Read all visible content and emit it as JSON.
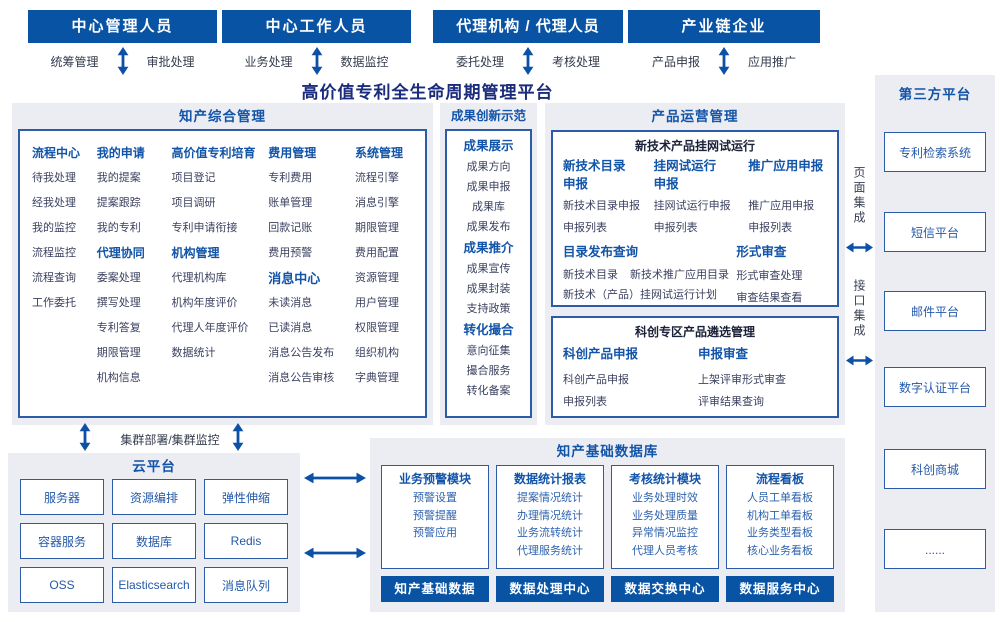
{
  "title": "高价值专利全生命周期管理平台",
  "top_roles": [
    {
      "name": "中心管理人员",
      "left": "统筹管理",
      "right": "审批处理"
    },
    {
      "name": "中心工作人员",
      "left": "业务处理",
      "right": "数据监控"
    },
    {
      "name": "代理机构 / 代理人员",
      "left": "委托处理",
      "right": "考核处理"
    },
    {
      "name": "产业链企业",
      "left": "产品申报",
      "right": "应用推广"
    }
  ],
  "ipm": {
    "title": "知产综合管理",
    "columns": [
      {
        "sections": [
          {
            "h": "流程中心",
            "items": [
              "待我处理",
              "经我处理",
              "我的监控",
              "流程监控",
              "流程查询",
              "工作委托"
            ]
          }
        ]
      },
      {
        "sections": [
          {
            "h": "我的申请",
            "items": [
              "我的提案",
              "提案跟踪",
              "我的专利"
            ]
          },
          {
            "h": "代理协同",
            "items": [
              "委案处理",
              "撰写处理",
              "专利答复",
              "期限管理",
              "机构信息"
            ]
          }
        ]
      },
      {
        "sections": [
          {
            "h": "高价值专利培育",
            "items": [
              "项目登记",
              "项目调研",
              "专利申请衔接"
            ]
          },
          {
            "h": "机构管理",
            "items": [
              "代理机构库",
              "机构年度评价",
              "代理人年度评价",
              "数据统计"
            ]
          }
        ]
      },
      {
        "sections": [
          {
            "h": "费用管理",
            "items": [
              "专利费用",
              "账单管理",
              "回款记账",
              "费用预警"
            ]
          },
          {
            "h": "消息中心",
            "items": [
              "未读消息",
              "已读消息",
              "消息公告发布",
              "消息公告审核"
            ]
          }
        ]
      },
      {
        "sections": [
          {
            "h": "系统管理",
            "items": [
              "流程引擎",
              "消息引擎",
              "期限管理",
              "费用配置",
              "资源管理",
              "用户管理",
              "权限管理",
              "组织机构",
              "字典管理"
            ]
          }
        ]
      }
    ]
  },
  "achv": {
    "title": "成果创新示范",
    "sections": [
      {
        "h": "成果展示",
        "items": [
          "成果方向",
          "成果申报",
          "成果库",
          "成果发布"
        ]
      },
      {
        "h": "成果推介",
        "items": [
          "成果宣传",
          "成果封装",
          "支持政策"
        ]
      },
      {
        "h": "转化撮合",
        "items": [
          "意向征集",
          "撮合服务",
          "转化备案"
        ]
      }
    ]
  },
  "pom": {
    "title": "产品运营管理",
    "trial": {
      "title": "新技术产品挂网试运行",
      "cols": [
        {
          "h": "新技术目录\n申报",
          "items": [
            "新技术目录申报",
            "申报列表"
          ]
        },
        {
          "h": "挂网试运行\n申报",
          "items": [
            "挂网试运行申报",
            "申报列表"
          ]
        },
        {
          "h": "推广应用申报",
          "items": [
            "推广应用申报",
            "申报列表"
          ]
        }
      ],
      "catalog": {
        "h": "目录发布查询",
        "items": [
          "新技术目录",
          "新技术推广应用目录",
          "新技术（产品）挂网试运行计划"
        ]
      },
      "review": {
        "h": "形式审查",
        "items": [
          "形式审查处理",
          "审查结果查看"
        ]
      }
    },
    "selection": {
      "title": "科创专区产品遴选管理",
      "cols": [
        {
          "h": "科创产品申报",
          "items": [
            "科创产品申报",
            "申报列表"
          ]
        },
        {
          "h": "申报审查",
          "items": [
            "上架评审形式审查",
            "评审结果查询"
          ]
        }
      ]
    }
  },
  "integration": {
    "page": "页面集成",
    "api": "接口集成"
  },
  "third_party": {
    "title": "第三方平台",
    "items": [
      "专利检索系统",
      "短信平台",
      "邮件平台",
      "数字认证平台",
      "科创商城",
      "......"
    ]
  },
  "cluster_label": "集群部署/集群监控",
  "cloud": {
    "title": "云平台",
    "items": [
      "服务器",
      "资源编排",
      "弹性伸缩",
      "容器服务",
      "数据库",
      "Redis",
      "OSS",
      "Elasticsearch",
      "消息队列"
    ]
  },
  "db": {
    "title": "知产基础数据库",
    "modules": [
      {
        "h": "业务预警模块",
        "items": [
          "预警设置",
          "预警提醒",
          "预警应用"
        ],
        "btn": "知产基础数据"
      },
      {
        "h": "数据统计报表",
        "items": [
          "提案情况统计",
          "办理情况统计",
          "业务流转统计",
          "代理服务统计"
        ],
        "btn": "数据处理中心"
      },
      {
        "h": "考核统计模块",
        "items": [
          "业务处理时效",
          "业务处理质量",
          "异常情况监控",
          "代理人员考核"
        ],
        "btn": "数据交换中心"
      },
      {
        "h": "流程看板",
        "items": [
          "人员工单看板",
          "机构工单看板",
          "业务类型看板",
          "核心业务看板"
        ],
        "btn": "数据服务中心"
      }
    ]
  },
  "colors": {
    "role_box": "#0853A4",
    "arrow": "#0C51A5",
    "panel_bg": "#ECEDF3",
    "box_border": "#2C5BA7",
    "accent_blue": "#1254A8",
    "title_navy": "#1B2C7C",
    "dark_header": "#1A2138",
    "item_dark": "#3B4160",
    "item_blue": "#2E62AE"
  }
}
